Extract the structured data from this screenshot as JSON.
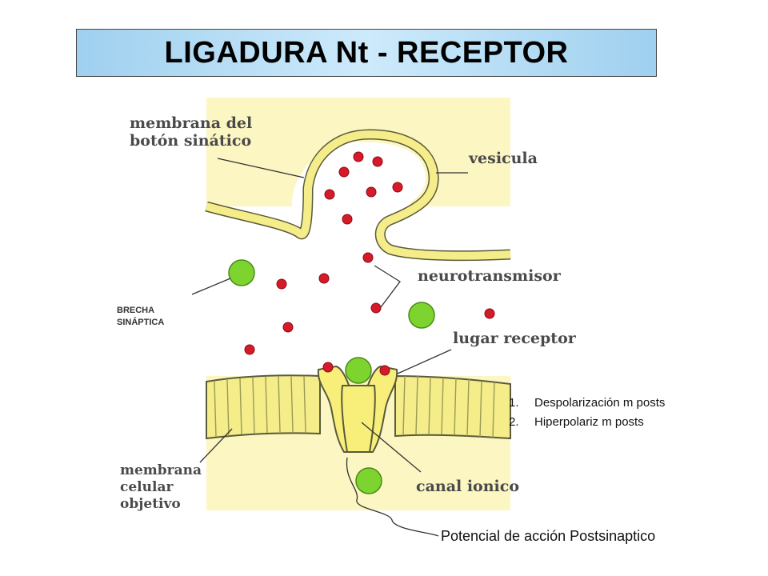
{
  "title": "LIGADURA Nt - RECEPTOR",
  "labels": {
    "membrana_boton_line1": "membrana del",
    "membrana_boton_line2": "botón sinático",
    "vesicula": "vesicula",
    "neurotransmisor": "neurotransmisor",
    "lugar_receptor": "lugar receptor",
    "membrana_celular_line1": "membrana",
    "membrana_celular_line2": "celular",
    "membrana_celular_line3": "objetivo",
    "canal_ionico": "canal ionico"
  },
  "brecha": {
    "line1": "BRECHA",
    "line2": "SINÁPTICA"
  },
  "results": [
    {
      "num": "1.",
      "text": "Despolarización m posts"
    },
    {
      "num": "2.",
      "text": "Hiperpolariz m posts"
    }
  ],
  "footer_label": "Potencial de acción Postsinaptico",
  "colors": {
    "background_panel": "#fbf6c2",
    "membrane": "#f5ed8a",
    "membrane_outline": "#5a5a3a",
    "neurotransmitter": "#d61a2a",
    "agonist": "#7ed42f",
    "title_gradient": "#9fd0ef"
  }
}
